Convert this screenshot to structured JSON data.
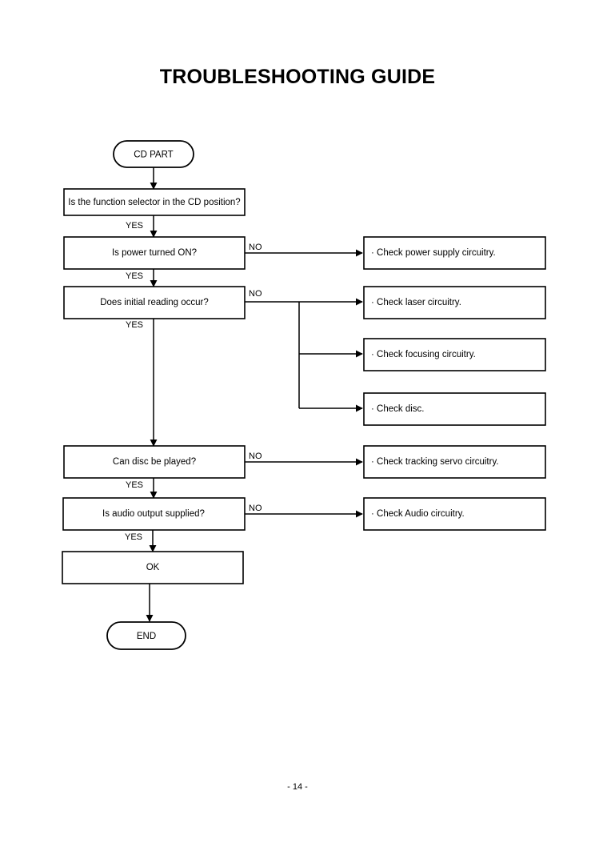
{
  "page": {
    "title": "TROUBLESHOOTING GUIDE",
    "footer": "- 14 -"
  },
  "chart_data": {
    "type": "diagram",
    "diagram_kind": "flowchart",
    "title": "TROUBLESHOOTING GUIDE",
    "orientation": "top-to-bottom",
    "nodes": [
      {
        "id": "start",
        "shape": "terminator",
        "label": "CD PART"
      },
      {
        "id": "q_selector",
        "shape": "process",
        "label": "Is the function selector in the CD position?"
      },
      {
        "id": "q_power",
        "shape": "process",
        "label": "Is power turned ON?"
      },
      {
        "id": "q_reading",
        "shape": "process",
        "label": "Does initial reading occur?"
      },
      {
        "id": "q_play",
        "shape": "process",
        "label": "Can disc be played?"
      },
      {
        "id": "q_audio",
        "shape": "process",
        "label": "Is audio output supplied?"
      },
      {
        "id": "ok",
        "shape": "process",
        "label": "OK"
      },
      {
        "id": "end",
        "shape": "terminator",
        "label": "END"
      },
      {
        "id": "a_power",
        "shape": "action",
        "label": "· Check power supply circuitry."
      },
      {
        "id": "a_laser",
        "shape": "action",
        "label": "· Check laser circuitry."
      },
      {
        "id": "a_focus",
        "shape": "action",
        "label": "· Check focusing circuitry."
      },
      {
        "id": "a_disc",
        "shape": "action",
        "label": "· Check disc."
      },
      {
        "id": "a_tracking",
        "shape": "action",
        "label": "· Check tracking servo circuitry."
      },
      {
        "id": "a_audio",
        "shape": "action",
        "label": "· Check Audio circuitry."
      }
    ],
    "edges": [
      {
        "from": "start",
        "to": "q_selector",
        "label": ""
      },
      {
        "from": "q_selector",
        "to": "q_power",
        "label": "YES"
      },
      {
        "from": "q_power",
        "to": "q_reading",
        "label": "YES"
      },
      {
        "from": "q_power",
        "to": "a_power",
        "label": "NO"
      },
      {
        "from": "q_reading",
        "to": "q_play",
        "label": "YES"
      },
      {
        "from": "q_reading",
        "to": "a_laser",
        "label": "NO"
      },
      {
        "from": "q_reading",
        "to": "a_focus",
        "label": ""
      },
      {
        "from": "q_reading",
        "to": "a_disc",
        "label": ""
      },
      {
        "from": "q_play",
        "to": "q_audio",
        "label": "YES"
      },
      {
        "from": "q_play",
        "to": "a_tracking",
        "label": "NO"
      },
      {
        "from": "q_audio",
        "to": "ok",
        "label": "YES"
      },
      {
        "from": "q_audio",
        "to": "a_audio",
        "label": "NO"
      },
      {
        "from": "ok",
        "to": "end",
        "label": ""
      }
    ],
    "edge_labels": {
      "yes": "YES",
      "no": "NO"
    },
    "colors": {
      "background": "#ffffff",
      "stroke": "#000000",
      "text": "#000000"
    }
  }
}
